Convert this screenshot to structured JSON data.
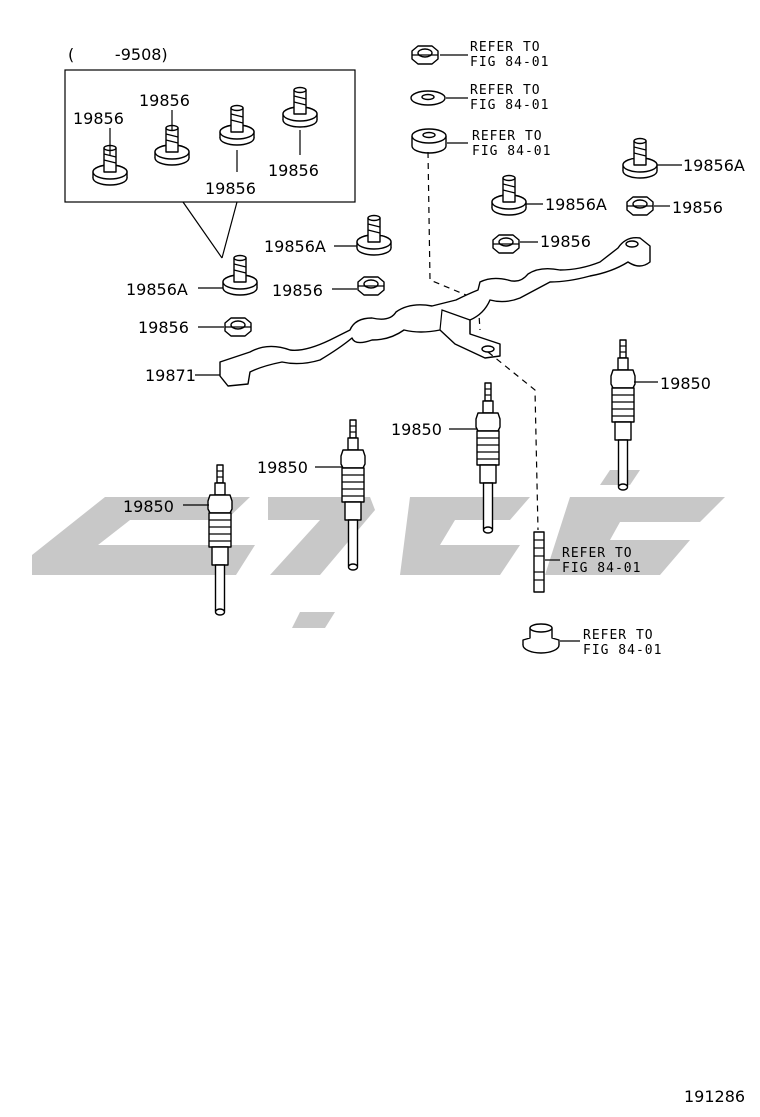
{
  "diagram": {
    "figure_number": "191286",
    "inset_caption": "(        -9508)",
    "watermark_color": "#c8c8c8",
    "line_color": "#000000",
    "labels": {
      "inset_1": "19856",
      "inset_2": "19856",
      "inset_3": "19856",
      "inset_4": "19856",
      "stud_left": "19856A",
      "stud_mid": "19856A",
      "nut_mid": "19856",
      "nut_left": "19856",
      "bracket": "19871",
      "stud_right_a": "19856A",
      "nut_right_a": "19856",
      "stud_right_b": "19856A",
      "nut_right_b": "19856",
      "plug_1": "19850",
      "plug_2": "19850",
      "plug_3": "19850",
      "plug_4": "19850"
    },
    "refer_to": {
      "r1_line1": "REFER TO",
      "r1_line2": "FIG 84-01",
      "r2_line1": "REFER TO",
      "r2_line2": "FIG 84-01",
      "r3_line1": "REFER TO",
      "r3_line2": "FIG 84-01",
      "r4_line1": "REFER TO",
      "r4_line2": "FIG 84-01",
      "r5_line1": "REFER TO",
      "r5_line2": "FIG 84-01"
    }
  }
}
